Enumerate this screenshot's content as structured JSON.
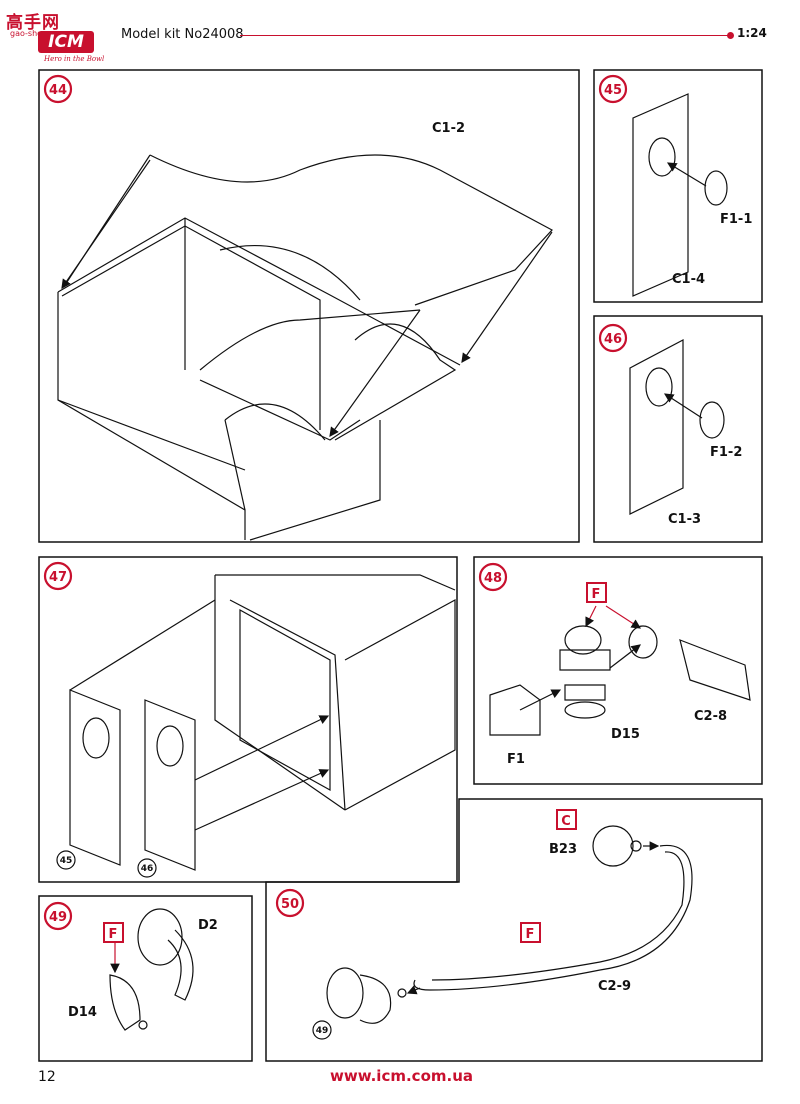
{
  "header": {
    "watermark": "高手网",
    "watermark_sub": "gao-shou.com",
    "brand": "ICM",
    "tagline": "Hero in the Bowl",
    "model_kit": "Model kit No24008",
    "scale": "1:24"
  },
  "footer": {
    "page_number": "12",
    "url": "www.icm.com.ua"
  },
  "colors": {
    "accent": "#c8102e",
    "line": "#111111"
  },
  "steps": [
    {
      "number": "44",
      "parts": [
        "C1-2"
      ]
    },
    {
      "number": "45",
      "parts": [
        "F1-1",
        "C1-4"
      ]
    },
    {
      "number": "46",
      "parts": [
        "F1-2",
        "C1-3"
      ]
    },
    {
      "number": "47",
      "refs": [
        "45",
        "46"
      ]
    },
    {
      "number": "48",
      "parts": [
        "F",
        "C2-8",
        "D15",
        "F1"
      ]
    },
    {
      "number": "49",
      "parts": [
        "F",
        "D2",
        "D14"
      ]
    },
    {
      "number": "50",
      "parts": [
        "C",
        "B23",
        "F",
        "C2-9"
      ],
      "refs": [
        "49"
      ]
    }
  ]
}
